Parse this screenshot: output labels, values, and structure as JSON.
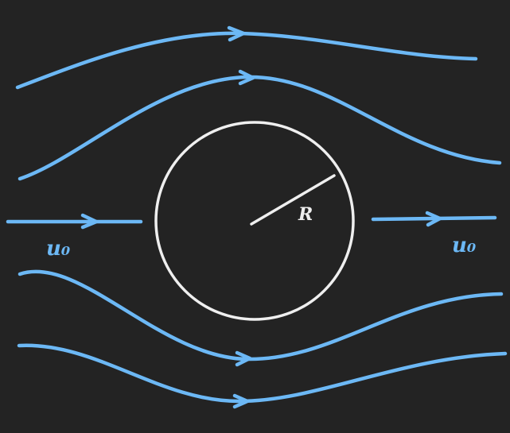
{
  "colors": {
    "background": "#232323",
    "streamline": "#6cb8f5",
    "cylinder": "#efefef"
  },
  "labels": {
    "inflow_velocity": "u₀",
    "outflow_velocity": "u₀",
    "radius": "R"
  }
}
